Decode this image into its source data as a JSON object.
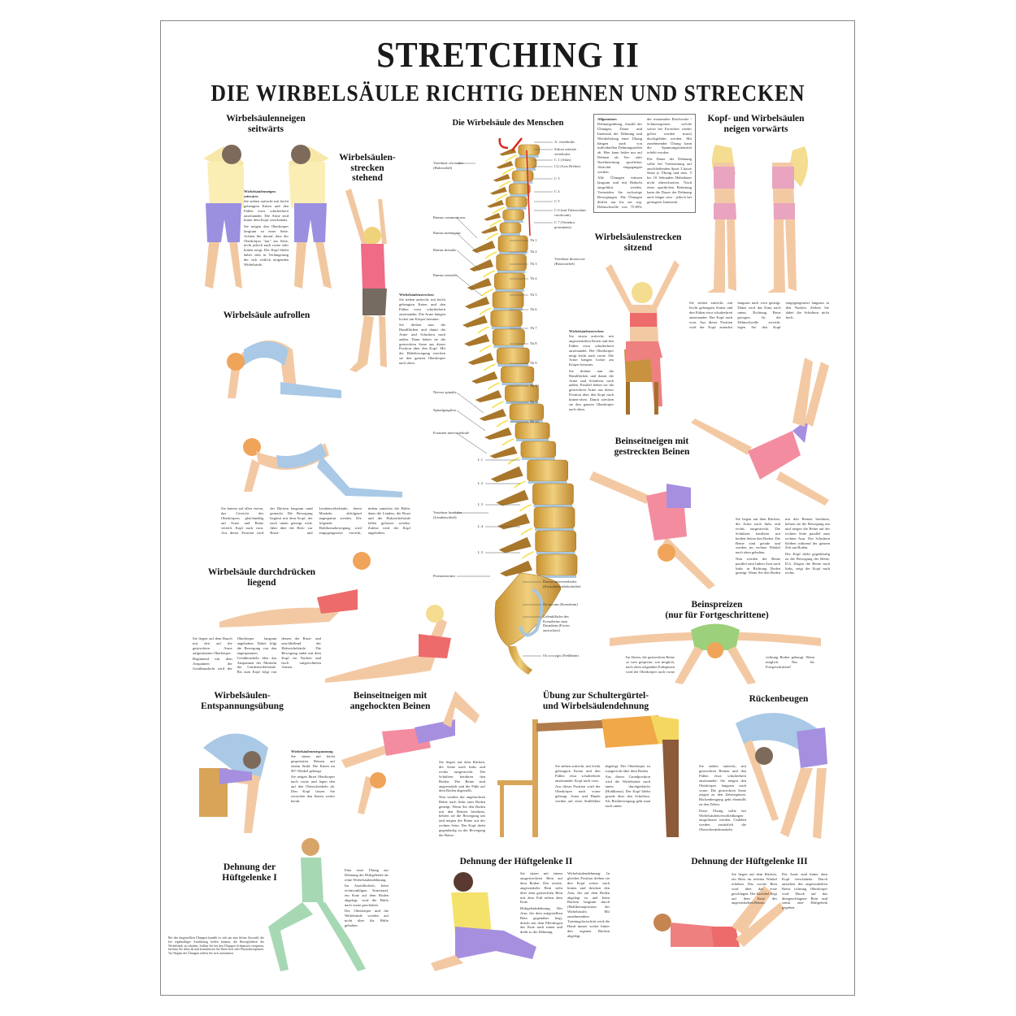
{
  "title": "STRETCHING II",
  "subtitle": "DIE WIRBELSÄULE RICHTIG DEHNEN UND STRECKEN",
  "sections": {
    "seitwaerts": {
      "heading": "Wirbelsäulenneigen\nseitwärts",
      "text_title": "Wirbelsäulenneigen seitwärts",
      "text": [
        "Sie stehen aufrecht mit leicht gebeugten Knien und den Füßen etwa schulterbreit auseinander. Die Arme sind hinter dem Kopf verschränkt.",
        "Sie neigen den Oberkörper langsam zu einer Seite. Achten Sie darauf, dass der Oberkörper \"nur\" zur Seite, nicht jedoch nach vorne oder hinten neigt. Der Kopf bleibt dabei stets in Verlängerung der sich seitlich neigenden Wirbelsäule."
      ]
    },
    "stehend": {
      "heading": "Wirbelsäulen-\nstrecken\nstehend",
      "text_title": "Wirbelsäulenstrecken",
      "text": [
        "Sie stehen aufrecht, mit leicht gebeugten Knien und den Füßen etwa schulterbreit auseinander. Die Arme hängen locker am Körper herunter.",
        "Sie drehen nun die Handflächen und damit die Arme und Schultern nach außen. Dann heben sie die gestreckten Arme aus dieser Position über den Kopf. Mit der Hebebewegung strecken sie den ganzen Oberkörper nach oben."
      ]
    },
    "spine": {
      "heading": "Die Wirbelsäule des Menschen"
    },
    "allgemeines": {
      "text_title": "Allgemeines",
      "text": [
        "Dehnungsübung, Anzahl der Übungen, Dauer und Intensität der Dehnung und Wiederholung einer Übung hängen stark von individuellen Dehnungszielen ab. Hier kann leider nur auf Dehnen als Vor- oder Nachbereitung sportlicher Aktivität eingegangen werden.",
        "Alle Übungen müssen langsam und mit Bedacht ausgeführt werden. Vermeiden Sie ruckartige Bewegungen. Die Übungen dürfen nur bis zur sog. Dehnschwelle von 75-85% der maximalen Reichweite / Schmerzgrenze, welche sofort bei Erreichen wieder gelöst werden muss) durchgeführt werden. Mit zunehmender Übung kann die Spannungsintensität erhöht werden.",
        "Die Dauer der Dehnung sollte bei Vorbereitung auf anschließenden Sport 3 kurze Sätze je Übung und max. 5 bis 10 Sekunden Haltedauer nicht überschreiten. Nach einer sportlichen Belastung kann die Dauer der Dehnung auch länger sein - jedoch bei geringerer Intensität."
      ]
    },
    "kopf": {
      "heading": "Kopf- und Wirbelsäulen\nneigen vorwärts",
      "text": [
        "Sie stehen aufrecht, mit leicht gebeugten Knien und den Füßen etwa schulterbreit auseinander. Der Kopf nach vorn. Aus dieser Position wird der Kopf zunächst langsam nach vorn geneigt. Dabei wird das Kinn nach unten, Richtung Brust gezogen. Ist die Dehnschwelle erreicht, legen Sie den Kopf entgegengesetzt langsam in den Nacken. Ziehen Sie dabei die Schultern nicht hoch."
      ]
    },
    "sitzend": {
      "heading": "Wirbelsäulenstrecken\nsitzend",
      "text_title": "Wirbelsäulenstrecken",
      "text": [
        "Sie sitzen aufrecht, mit angewinkelten Knien und den Füßen etwa schulterbreit auseinander. Der Oberkörper neigt leicht nach vorne. Die Arme hängen locker am Körper herunter.",
        "Sie drehen nun die Handflächen und damit die Arme und Schultern nach außen. Parallel heben sie die gestreckten Arme aus dieser Position über den Kopf nach hinten-oben. Damit strecken sie den ganzen Oberkörper nach oben."
      ]
    },
    "aufrollen": {
      "heading": "Wirbelsäule aufrollen",
      "text": [
        "Sie knieen auf allen vieren, das Gewicht des Oberkörpers gleichmäßig auf Arme und Beine verteilt. Kopf nach vorn. Aus dieser Position wird der Rücken langsam rund gemacht. Die Bewegung beginnt mit dem Kopf, der nach unten geneigt wird, führt über die Hals- zur Brust- und Lendenwirbelsäule, deren Muskeln abfolgend angespannt werden. Die folgende Hohlkreuzbewegung wird entgegengesetzt erreicht, indem zunächst die Hüfte, dann die Lenden, die Brust und die Halswirbelsäule fallen gelassen werden. Zuletzt wird der Kopf angehoben."
      ]
    },
    "gestreckt": {
      "heading": "Beinseitneigen mit\ngestreckten Beinen",
      "text": [
        "Sie liegen auf dem Rücken, die Arme nach links und rechts ausgestreckt. Die Schultern berühren mit beiden Seiten den Boden. Die Beine sind gerade und werden im rechten Winkel nach oben gehalten.",
        "Nun werden die Beine parallel zum linken Arm nach links in Richtung Boden geneigt. Wenn Sie den Boden mit den Beinen berühren, kehren sie die Bewegung um und neigen die Beine auf der rechten Seite parallel zum rechten Arm. Die Schultern bleiben während der ganzen Zeit am Boden.",
        "Der Kopf dreht gegenläufig zu der Bewegung der Beine. D.h. Zeigen die Beine nach links, zeigt der Kopf nach rechts."
      ]
    },
    "durchdruecken": {
      "heading": "Wirbelsäule durchdrücken\nliegend",
      "text": [
        "Sie liegen auf dem Bauch mit den auf die gestreckten Arme aufgestützten Oberkörper.",
        "Beginnend mit dem Anspannen der Gesäßmuskeln wird der Oberkörper langsam angehoben. Dabei folgt die Bewegung von den angespannten Gesäßmuskeln über das Anspannen der Muskeln der Lendenwirbelsäule. Bis zum Kopf folgt von dessen der Brust- und anschließend der Halswirbelsäule. Die Bewegung endet mit dem Kopf im Nacken und hoch aufgerichteten Armen."
      ]
    },
    "spreizen": {
      "heading": "Beinspreizen\n(nur für Fortgeschrittene)",
      "text": [
        "Im Sitzen, die gestreckten Beine so weit gespreizt, wie möglich, nach oben zeigenden Fußspitzen wird der Oberkörper nach vorne richtung Boden gebeugt. Wenn möglich. Nur für Fortgeschrittene!"
      ]
    },
    "entspannung": {
      "heading": "Wirbelsäulen-\nEntspannungsübung",
      "text_title": "Wirbelsäulenentspannung",
      "text": [
        "Sie sitzen mit leicht gespreizten Beinen auf einem Stuhl. Die Knien im 90°-Winkel gebeugt.",
        "Sie neigen Ihren Oberkörper nach vorne und legen den auf den Oberschenkeln ab. Den Kopf lassen Sie zwischen den Knien weiter herab."
      ]
    },
    "angehockt": {
      "heading": "Beinseitneigen mit\nangehockten Beinen",
      "text": [
        "Sie liegen auf dem Rücken, die Arme nach links und rechts ausgestreckt. Die Schultern berühren den Boden. Die Beine sind angewinkelt und die Füße auf dem Boden abgestellt.",
        "Nun werden die angehockten Beine nach links zum Boden geneigt. Wenn Sie den Boden mit den Beinen berühren, kehren sie die Bewegung um und neigen die Beine auf der rechten Seite. Der Kopf dreht gegenläufig zu der Bewegung der Beine."
      ]
    },
    "schulter": {
      "heading": "Übung zur Schultergürtel-\nund Wirbelsäulendehnung",
      "text": [
        "Sie stehen aufrecht, mit leicht gebeugten Knien und den Füßen etwa schulterbreit auseinander. Kopf nach vorn.",
        "Aus dieser Position wird der Oberkörper nach vorne gebeugt. Arme und Hände werden auf einer Stuhllehne abgelegt. Der Oberkörper ist waagerecht über dem Boden.",
        "Aus dieser Grundposition wird die Wirbelsäule nach unten durchgedrückt (Hohlkreuz). Der Kopf bleibt gerade über den Schultern. Als Rückbewegung geht man nach unten."
      ]
    },
    "rueckenbeugen": {
      "heading": "Rückenbeugen",
      "text": [
        "Sie stehen aufrecht, mit gestreckten Beinen und den Füßen etwa schulterbreit auseinander. Sie neigen den Oberkörper langsam nach vorne. Die gestreckten Arme zeigen zu den Zehenspitzen. Rückenbeugung geht ebenfalls zu den Zehen.",
        "Diese Übung sollte bei Wirbelsäulenverschleißungen ausgelassen werden. Gedehnt werden zusätzlich die Oberschenkelmuskeln."
      ]
    },
    "hueft1": {
      "heading": "Dehnung der\nHüftgelenke I",
      "text": [
        "Eine erste Übung zur Dehnung der Hüftgelenke als reine Wirbelsäulendehnung.",
        "Im Ausfallschritt, beim rechtwinkligen Kniestand, ein Knie auf dem Boden abgelegt, wird die Hüfte nach vorne geschoben.",
        "Der Oberkörper und die Wirbelsäule werden auf nicht über die Hüfte gehalten."
      ],
      "footnote": "Bei den dargestellten Übungen handelt es sich um eine kleine Auswahl, die bei regelmäßiger Ausführung helfen können, die Beweglichkeit der Wirbelsäule zu erhalten. Sollten Sie bei den Übungen Schmerzen verspüren, brechen Sie diese ab und konsultieren Sie Ihren Arzt oder Physiotherapeuten. Vor Beginn der Übungen sollten Sie sich aufwärmen."
    },
    "hueft2": {
      "heading": "Dehnung der Hüftgelenke II",
      "text": [
        "Sie sitzen mit einem ausgestreckten Bein auf dem Boden. Das zweite, angewinkelte Bein steht über dem gestreckten Bein mit dem Fuß neben dem Knie.",
        "Hüftgelenkdehnung: Der Arm, der dem aufgestellten Bein gegenüber liegt, drückt mit dem Ellenbogen das Knie nach innen und dreht so die Dehnung.",
        "Wirbelsäulendehnung: In gleicher Position drehen sie den Kopf weiter nach hinten und drücken den Arm, der auf dem Boden abgelegt ist und beim Rücken langsam durch (Hohlkreuzposition der Wirbelsäule). Mit zunehmendem Trainingsfortschritt wird die Hand immer weiter hinter den eigenen Rücken abgelegt."
      ]
    },
    "hueft3": {
      "heading": "Dehnung der Hüftgelenke III",
      "text": [
        "Sie liegen auf dem Rücken, ein Bein im rechten Winkel erhoben. Das zweite Bein wird über das erste geschlagen. Der Knöchel liegt auf dem Knie des angewinkelten Beines.",
        "Die Arme sind hinter dem Kopf verschränkt. Durch anziehen des angewinkelten Beins richtung Oberkörper wird Druck auf das übergeschlagene Bein und somit eine Hüftgelenk gegeben."
      ]
    }
  },
  "spine_labels": {
    "right": [
      "A. vertebralis",
      "Sulcus arteriae vertebralis",
      "C 1 (Atlas)",
      "C2 (Axis Dreher)",
      "C 3",
      "C 4",
      "C 5",
      "C 6 (mit Tuberculum caroticum)",
      "C 7 (Vertebra prominens)",
      "Th 1",
      "Th 2",
      "Th 3",
      "Th 4",
      "Th 5",
      "Th 6",
      "Th 7",
      "Th 8",
      "Th 9",
      "Th 10",
      "Th 11",
      "Th 12",
      "Discus intervertebralis (Zwischenwirbelscheibe)",
      "Os sacrum (Kreuzbein)",
      "Gelenkfläche des Kreuzbeins zum Darmbein (Facies auricularis)",
      "Os coccygis (Steißbein)"
    ],
    "thoracic_group": "Vertebrae thoracicae (Brustwirbel)",
    "left": [
      "Vertebrae cervicales (Halswirbel)",
      "Ramus communicans",
      "Ramus meningeus",
      "Ramus dorsalis",
      "Ramus ventralis",
      "Nervus spinalis",
      "Spinalganglion",
      "Foramen intervertebrale",
      "Vertebrae lumbales (Lendenwirbel)",
      "Promontorium"
    ],
    "lumbar": [
      "L 1",
      "L 2",
      "L 3",
      "L 4",
      "L 5"
    ]
  },
  "colors": {
    "bone": "#e2b45a",
    "bone_dark": "#a8772c",
    "disc": "#a9c6dc",
    "nerve": "#f4e04a",
    "artery": "#d8261c",
    "skin": "#f3c9a4",
    "frame": "#888888"
  }
}
